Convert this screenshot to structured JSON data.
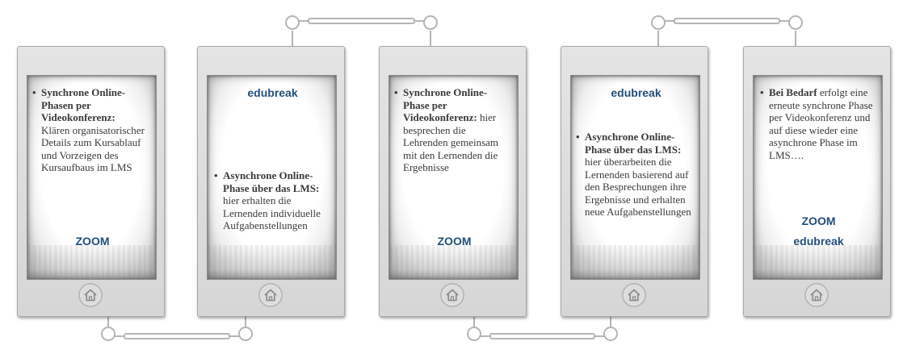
{
  "phones": [
    {
      "bullets": [
        {
          "bold": "Synchrone Online-Phasen per Videokonferenz:",
          "text": "Klären organisatorischer Details zum Kursablauf und Vorzeigen des Kursaufbaus im LMS"
        }
      ],
      "labels": [
        "ZOOM"
      ]
    },
    {
      "labels": [
        "edubreak"
      ],
      "bullets": [
        {
          "bold": "Asynchrone Online-Phase über das LMS:",
          "text": "hier erhalten die Lernenden individuelle Aufgabenstellungen"
        }
      ]
    },
    {
      "bullets": [
        {
          "bold": "Synchrone Online-Phase per Videokonferenz:",
          "text": "hier besprechen die Lehrenden gemeinsam mit den Lernenden die Ergebnisse"
        }
      ],
      "labels": [
        "ZOOM"
      ]
    },
    {
      "labels": [
        "edubreak"
      ],
      "bullets": [
        {
          "bold": "Asynchrone Online-Phase über das LMS:",
          "text": "hier überarbeiten die Lernenden basierend auf den Besprechungen ihre Ergebnisse und erhalten neue Aufgabenstellungen"
        }
      ]
    },
    {
      "bullets": [
        {
          "bold": "Bei Bedarf",
          "text": "erfolgt eine erneute synchrone Phase per Videokonferenz und auf diese wieder eine asynchrone Phase im LMS…."
        }
      ],
      "labels": [
        "ZOOM",
        "edubreak"
      ]
    }
  ],
  "colors": {
    "brand": "#1f4e79",
    "text": "#3a3a3a",
    "connector": "#b5b5b5"
  },
  "icons": {
    "home": "home-icon"
  }
}
